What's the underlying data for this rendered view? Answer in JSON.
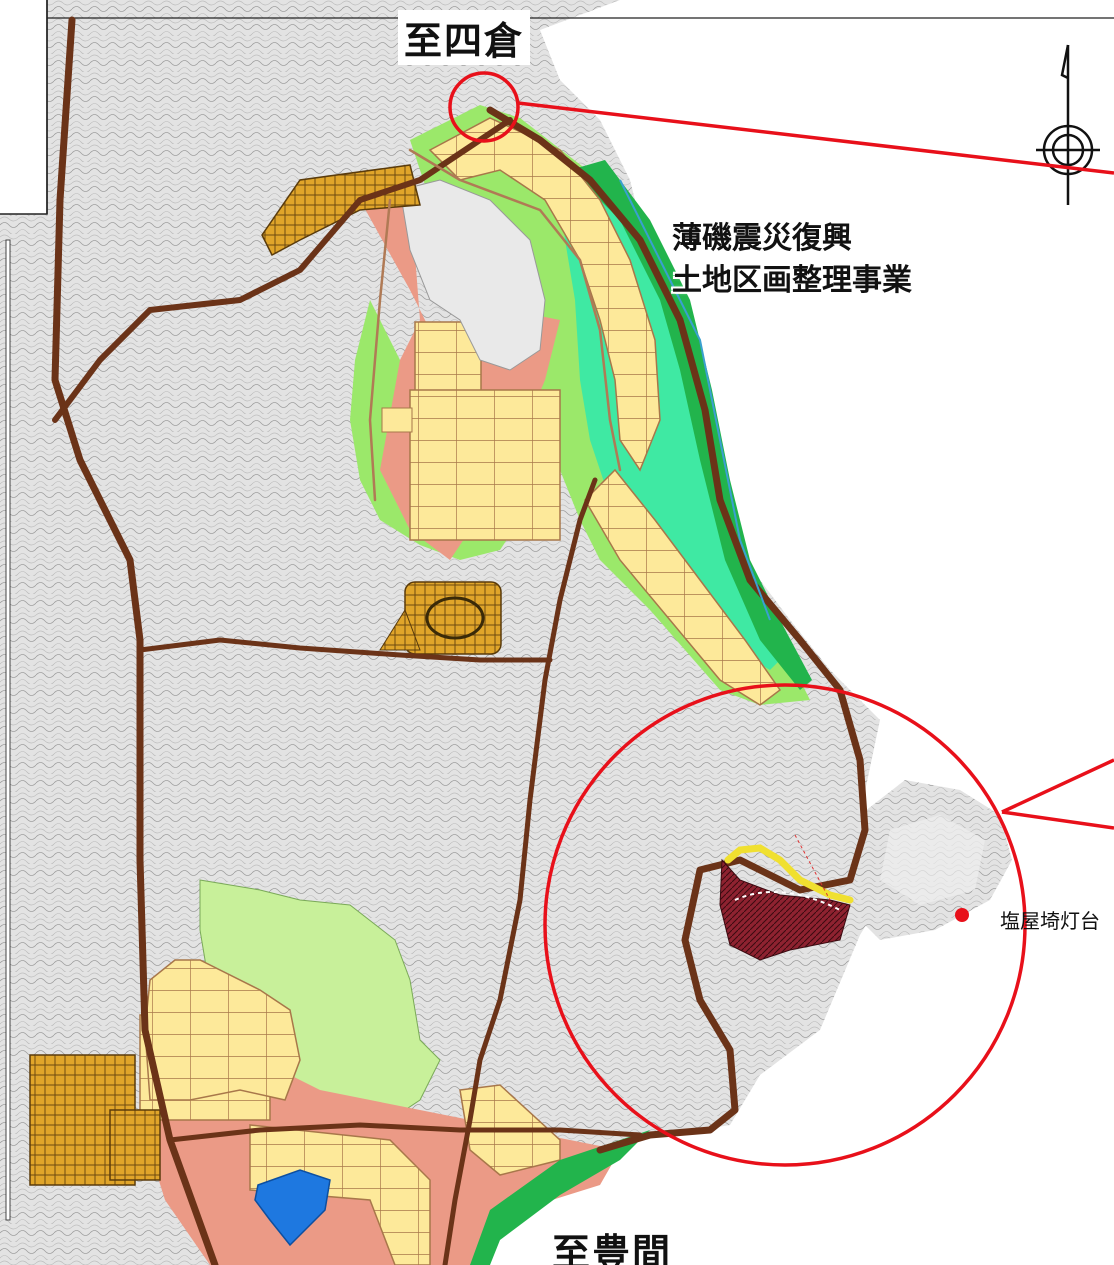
{
  "labels": {
    "north_destination": "至四倉",
    "south_destination": "至豊間",
    "project_line1": "薄磯震災復興",
    "project_line2": "土地区画整理事業",
    "lighthouse": "塩屋埼灯台"
  },
  "icons": {
    "compass": "north-arrow-compass-icon",
    "lighthouse_marker": "red-dot-marker-icon"
  },
  "colors": {
    "residential_lot": "#fde99a",
    "road": "#6b3318",
    "green_buffer": "#3ec24a",
    "light_green": "#9be86a",
    "park_green": "#c8f09a",
    "salmon_zone": "#eb9a86",
    "mint_zone": "#3fe9a3",
    "public_facility": "#e0a52a",
    "pond": "#1e78e0",
    "highlight_circle": "#e8101a",
    "lighthouse_marker": "#e8101a",
    "highlight_road": "#f0e030",
    "coast_water": "#ffffff"
  }
}
